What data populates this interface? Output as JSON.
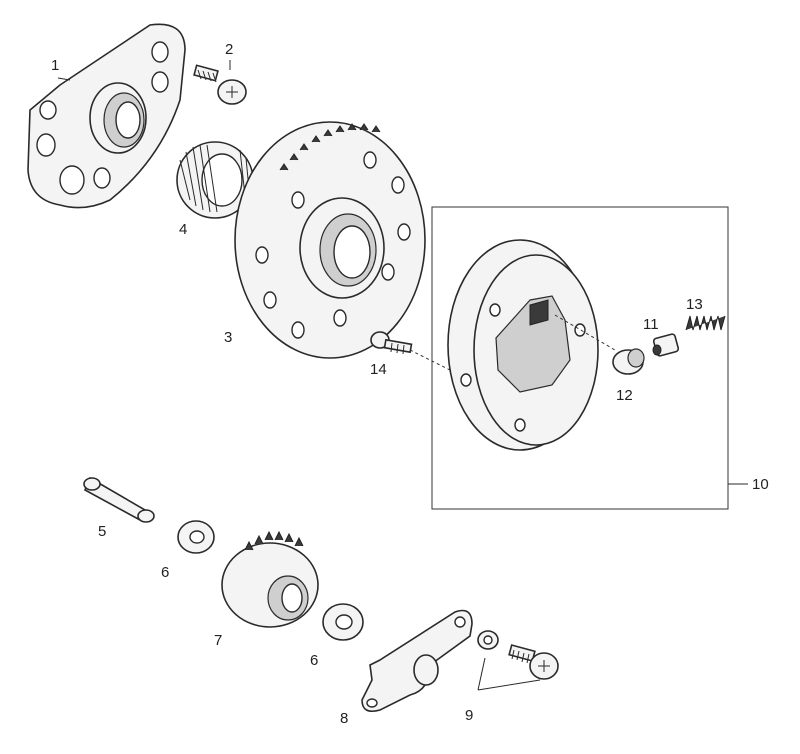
{
  "callouts": {
    "p1": "1",
    "p2": "2",
    "p3": "3",
    "p4": "4",
    "p5": "5",
    "p6a": "6",
    "p6b": "6",
    "p7": "7",
    "p8": "8",
    "p9": "9",
    "p10": "10",
    "p11": "11",
    "p12": "12",
    "p13": "13",
    "p14": "14"
  }
}
